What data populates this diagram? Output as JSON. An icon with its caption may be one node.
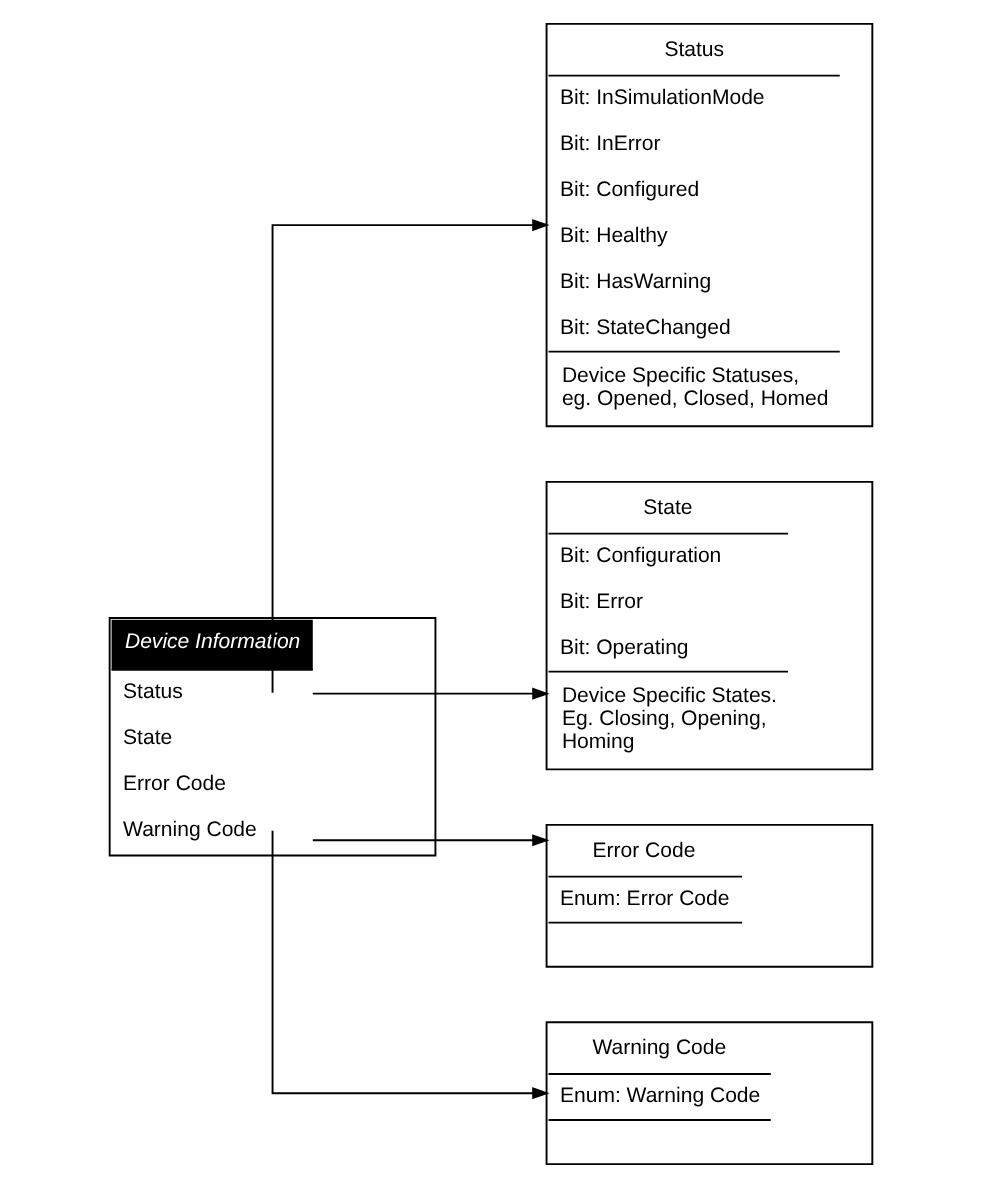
{
  "diagram": {
    "nodes": [
      {
        "text": [
          "Device Information",
          "Status",
          "State",
          "Error Code",
          "Warning Code"
        ]
      },
      {
        "text": [
          "State",
          "Bit: Configuration",
          "Bit: Error",
          "Bit: Operating",
          "Device Specific States. Eg. Closing, Opening, Homing"
        ]
      },
      {
        "text": [
          "Error Code",
          "Enum: Error Code"
        ]
      },
      {
        "text": [
          "Warning Code",
          "Enum: Warning Code"
        ]
      },
      {
        "text": [
          "Status",
          "Bit: InSimulationMode",
          "Bit: InError",
          "Bit: Configured",
          "Bit: Healthy",
          "Bit: HasWarning",
          "Bit: StateChanged",
          "Device Specific Statuses, eg. Opened, Closed, Homed"
        ]
      }
    ],
    "edges": [
      {
        "from": 0,
        "to": 4,
        "arrow": "to"
      },
      {
        "from": 0,
        "to": 1,
        "arrow": "to"
      },
      {
        "from": 0,
        "to": 2,
        "arrow": "to"
      },
      {
        "from": 0,
        "to": 3,
        "arrow": "to"
      }
    ]
  }
}
